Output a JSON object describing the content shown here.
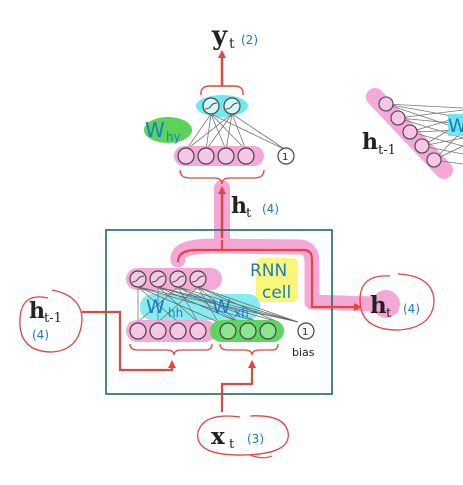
{
  "labels": {
    "y_main": "y",
    "y_sub": "t",
    "y_tag": "(2)",
    "why_main": "W",
    "why_sub": "hy",
    "bias_top": "1",
    "ht_mid_main": "h",
    "ht_mid_sub": "t",
    "ht_mid_tag": "(4)",
    "htm1_left_main": "h",
    "htm1_left_sub": "t-1",
    "htm1_left_tag": "(4)",
    "whh_main": "W",
    "whh_sub": "hh",
    "wxh_main": "W",
    "wxh_sub": "xh",
    "rnn_cell_line1": "RNN",
    "rnn_cell_line2": "cell",
    "bias_cell": "1",
    "bias_word": "bias",
    "ht_out_main": "h",
    "ht_out_sub": "t",
    "ht_out_tag": "(4)",
    "xt_main": "x",
    "xt_sub": "t",
    "xt_tag": "(3)",
    "htm1_right_main": "h",
    "htm1_right_sub": "t-1",
    "w_right_cut": "W"
  },
  "colors": {
    "red": "#e8453c",
    "pink_highlight": "#f29ad2",
    "pink_node": "#f6c6e6",
    "cyan": "#5fe6ee",
    "green": "#59d35a",
    "yellow": "#f8f77a",
    "teal_box": "#1f6b5a",
    "blue_text": "#1f79c7",
    "dark_text": "#222222"
  },
  "icons": {
    "activation": "sigmoid-circle-icon",
    "neuron": "neuron-circle-icon",
    "bias_node": "bias-circle-icon"
  }
}
